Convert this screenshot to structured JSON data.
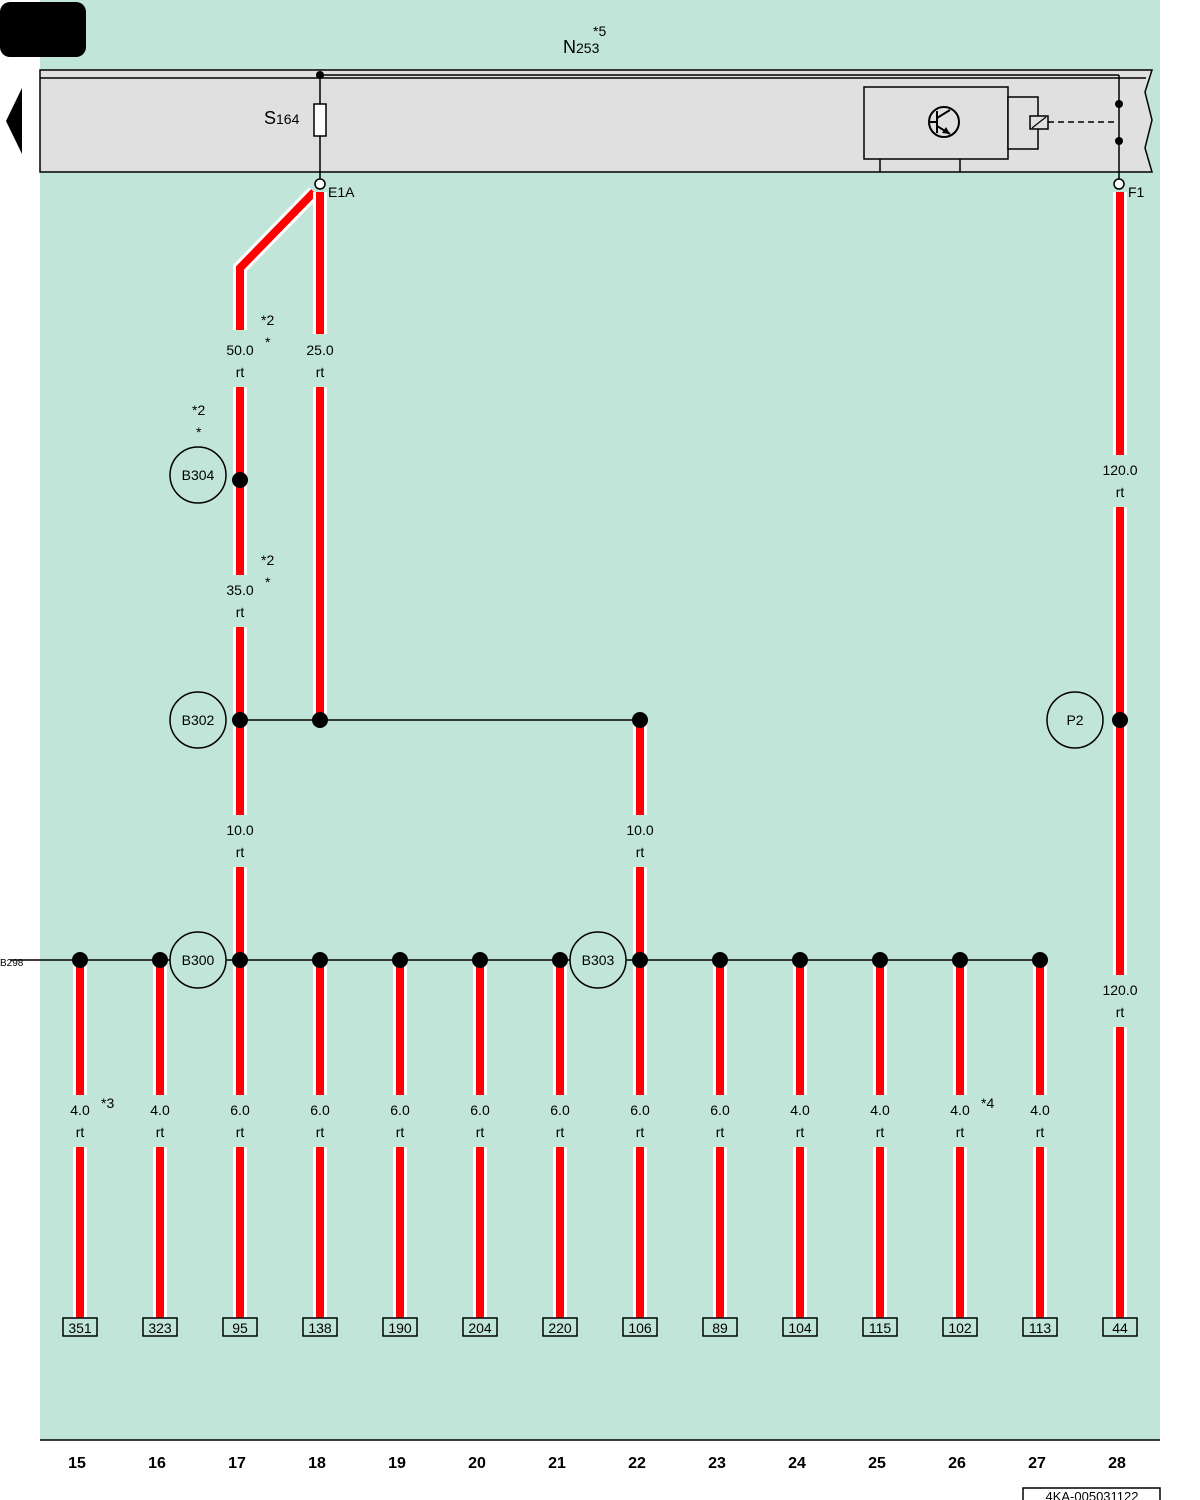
{
  "colors": {
    "background": "#c2e5d9",
    "module_box": "#e0e0e0",
    "wire": "#ff0000",
    "wire_halo": "#ffffff",
    "black": "#000000"
  },
  "module": {
    "name": "N",
    "sub": "253",
    "footnote": "*5"
  },
  "fuse": {
    "name": "S",
    "sub": "164"
  },
  "pins": {
    "left": "E1A",
    "right": "F1"
  },
  "nav_icon": "triangle-left-icon",
  "relay_icon": "transistor-relay-icon",
  "splices": {
    "b304": "B304",
    "b302": "B302",
    "b300": "B300",
    "b303": "B303",
    "p2": "P2",
    "b298": "B298"
  },
  "wire_labels": [
    {
      "size": "50.0",
      "color": "rt",
      "note1": "*2",
      "note2": "*"
    },
    {
      "size": "25.0",
      "color": "rt"
    },
    {
      "size": "35.0",
      "color": "rt",
      "note1": "*2",
      "note2": "*"
    },
    {
      "size": "10.0",
      "color": "rt"
    },
    {
      "size": "10.0",
      "color": "rt"
    },
    {
      "size": "120.0",
      "color": "rt"
    },
    {
      "size": "120.0",
      "color": "rt"
    }
  ],
  "b304_notes": {
    "note1": "*2",
    "note2": "*"
  },
  "branches": [
    {
      "size": "4.0",
      "color": "rt",
      "terminal": "351",
      "note": "*3"
    },
    {
      "size": "4.0",
      "color": "rt",
      "terminal": "323"
    },
    {
      "size": "6.0",
      "color": "rt",
      "terminal": "95"
    },
    {
      "size": "6.0",
      "color": "rt",
      "terminal": "138"
    },
    {
      "size": "6.0",
      "color": "rt",
      "terminal": "190"
    },
    {
      "size": "6.0",
      "color": "rt",
      "terminal": "204"
    },
    {
      "size": "6.0",
      "color": "rt",
      "terminal": "220"
    },
    {
      "size": "6.0",
      "color": "rt",
      "terminal": "106"
    },
    {
      "size": "6.0",
      "color": "rt",
      "terminal": "89"
    },
    {
      "size": "4.0",
      "color": "rt",
      "terminal": "104"
    },
    {
      "size": "4.0",
      "color": "rt",
      "terminal": "115"
    },
    {
      "size": "4.0",
      "color": "rt",
      "terminal": "102",
      "note": "*4"
    },
    {
      "size": "4.0",
      "color": "rt",
      "terminal": "113"
    },
    {
      "terminal": "44"
    }
  ],
  "columns": [
    "15",
    "16",
    "17",
    "18",
    "19",
    "20",
    "21",
    "22",
    "23",
    "24",
    "25",
    "26",
    "27",
    "28"
  ],
  "footer_code": "4KA-005031122"
}
